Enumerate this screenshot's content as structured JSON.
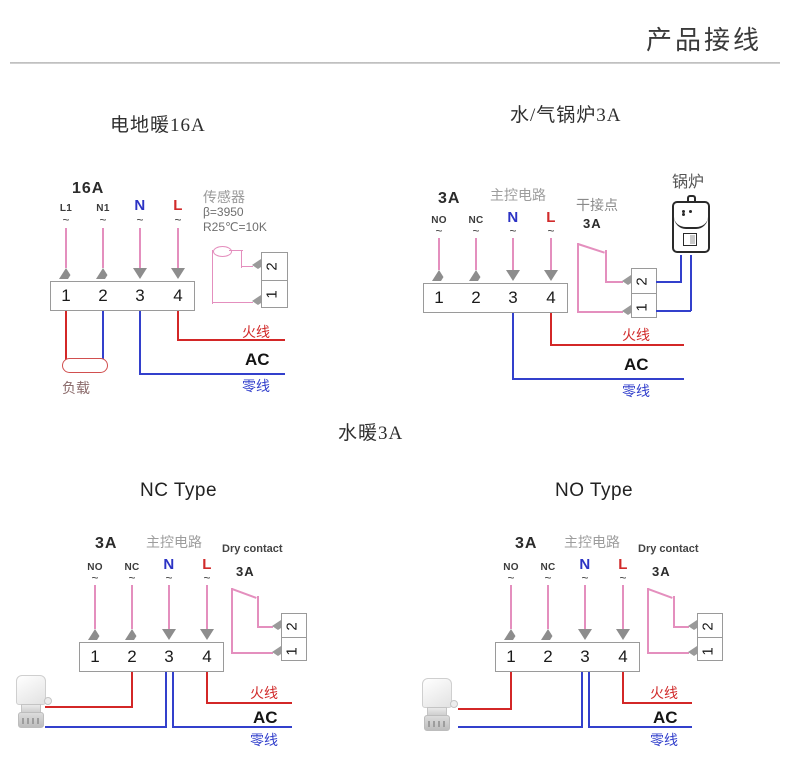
{
  "header": {
    "title": "产品接线"
  },
  "labels": {
    "live": "火线",
    "neutral": "零线",
    "ac": "AC",
    "tilde": "~",
    "main_circuit": "主控电路",
    "dry_contact_zh": "干接点",
    "dry_contact_en": "Dry contact",
    "load": "负载",
    "boiler": "锅炉",
    "conn_pin_1": "1",
    "conn_pin_2": "2"
  },
  "diagram1": {
    "title": "电地暖16A",
    "rating": "16A",
    "pins": [
      "L1",
      "N1",
      "N",
      "L"
    ],
    "terminals": [
      "1",
      "2",
      "3",
      "4"
    ],
    "sensor": {
      "name": "传感器",
      "beta": "β=3950",
      "resistance": "R25℃=10K"
    }
  },
  "diagram2": {
    "title": "水/气锅炉3A",
    "rating": "3A",
    "main_circuit": "主控电路",
    "dry_contact_label": "干接点",
    "dry_contact_rating": "3A",
    "boiler": "锅炉",
    "pins": [
      "NO",
      "NC",
      "N",
      "L"
    ],
    "terminals": [
      "1",
      "2",
      "3",
      "4"
    ]
  },
  "section2": {
    "title": "水暖3A"
  },
  "diagram3": {
    "title": "NC Type",
    "rating": "3A",
    "main_circuit": "主控电路",
    "dry_contact_label": "Dry contact",
    "dry_contact_rating": "3A",
    "pins": [
      "NO",
      "NC",
      "N",
      "L"
    ],
    "terminals": [
      "1",
      "2",
      "3",
      "4"
    ]
  },
  "diagram4": {
    "title": "NO Type",
    "rating": "3A",
    "main_circuit": "主控电路",
    "dry_contact_label": "Dry contact",
    "dry_contact_rating": "3A",
    "pins": [
      "NO",
      "NC",
      "N",
      "L"
    ],
    "terminals": [
      "1",
      "2",
      "3",
      "4"
    ]
  },
  "colors": {
    "live_wire": "#d32727",
    "neutral_wire": "#3340cc",
    "signal_wire": "#e48fbe",
    "terminal_border": "#9a9a9a"
  }
}
